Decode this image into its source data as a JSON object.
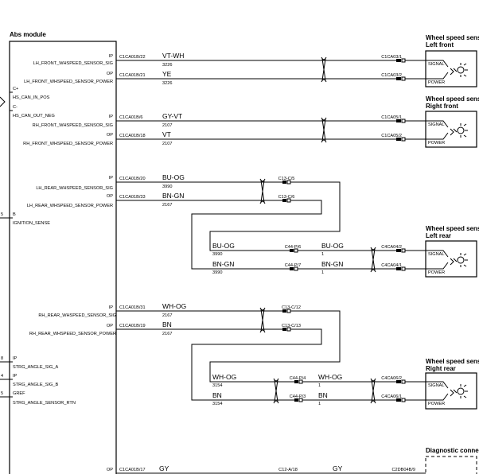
{
  "module": {
    "title": "Abs module",
    "pins_right": [
      {
        "io": "IP",
        "conn": "C1CA01B/22",
        "name": "LH_FRONT_WHSPEED_SENSOR_SIG"
      },
      {
        "io": "OP",
        "conn": "C1CA01B/21",
        "name": "LH_FRONT_WHSPEED_SENSOR_POWER"
      },
      {
        "io": "IP",
        "conn": "C1CA01B/6",
        "name": "RH_FRONT_WHSPEED_SENSOR_SIG"
      },
      {
        "io": "OP",
        "conn": "C1CA01B/18",
        "name": "RH_FRONT_WHSPEED_SENSOR_POWER"
      },
      {
        "io": "IP",
        "conn": "C1CA01B/20",
        "name": "LH_REAR_WHSPEED_SENSOR_SIG"
      },
      {
        "io": "OP",
        "conn": "C1CA01B/33",
        "name": "LH_REAR_WHSPEED_SENSOR_POWER"
      },
      {
        "io": "IP",
        "conn": "C1CA01B/31",
        "name": "RH_REAR_WHSPEED_SENSOR_SIG"
      },
      {
        "io": "OP",
        "conn": "C1CA01B/19",
        "name": "RH_REAR_WHSPEED_SENSOR_POWER"
      },
      {
        "io": "OP",
        "conn": "C1CA01B/17",
        "name": ""
      }
    ],
    "pins_left": [
      {
        "mark": "C+",
        "name": "HS_CAN_IN_POS"
      },
      {
        "mark": "C-",
        "name": "HS_CAN_OUT_NEG"
      },
      {
        "num": "5",
        "mark": "B",
        "name": "IGNITION_SENSE"
      },
      {
        "num": "8",
        "mark": "IP",
        "name": "STRG_ANGLE_SIG_A"
      },
      {
        "num": "4",
        "mark": "IP",
        "name": "STRG_ANGLE_SIG_B"
      },
      {
        "num": "5",
        "mark": "GREF",
        "name": "STRG_ANGLE_SENSOR_RTN"
      }
    ]
  },
  "wires": {
    "lf_sig": {
      "color": "VT-WH",
      "num": "3226"
    },
    "lf_pwr": {
      "color": "YE",
      "num": "3226"
    },
    "rf_sig": {
      "color": "GY-VT",
      "num": "2107"
    },
    "rf_pwr": {
      "color": "VT",
      "num": "2107"
    },
    "lr_sig": {
      "color": "BU-OG",
      "num": "3990"
    },
    "lr_pwr": {
      "color": "BN-GN",
      "num": "2167"
    },
    "lr_sig_b": {
      "color": "BU-OG",
      "num": "3990"
    },
    "lr_pwr_b": {
      "color": "BN-GN",
      "num": "3990"
    },
    "lr_sig_c": {
      "color": "BU-OG",
      "num": "1"
    },
    "lr_pwr_c": {
      "color": "BN-GN",
      "num": "1"
    },
    "rr_sig": {
      "color": "WH-OG",
      "num": "2167"
    },
    "rr_pwr": {
      "color": "BN",
      "num": "2167"
    },
    "rr_sig_b": {
      "color": "WH-OG",
      "num": "3154"
    },
    "rr_pwr_b": {
      "color": "BN",
      "num": "3154"
    },
    "rr_sig_c": {
      "color": "WH-OG",
      "num": "1"
    },
    "rr_pwr_c": {
      "color": "BN",
      "num": "1"
    },
    "diag": {
      "color": "GY",
      "color2": "GY"
    }
  },
  "connectors": {
    "c13_5": "C13-C/5",
    "c13_6": "C13-C/6",
    "c44_p6": "C44-P/6",
    "c44_p7": "C44-P/7",
    "c13_12": "C13-C/12",
    "c13_13": "C13-C/13",
    "c44_p4": "C44-P/4",
    "c44_p3": "C44-P/3",
    "c12_a18": "C12-A/18",
    "lf_1": "C1CA03/1",
    "lf_2": "C1CA03/2",
    "rf_1": "C1CA05/1",
    "rf_2": "C1CA05/2",
    "lr_2": "C4CA04/2",
    "lr_1": "C4CA04/1",
    "rr_2": "C4CA06/2",
    "rr_1": "C4CA06/1",
    "diag": "C2DB04B/9"
  },
  "sensors": [
    {
      "title1": "Wheel speed sens",
      "title2": "Left front",
      "sig": "SIGNAL",
      "pwr": "POWER"
    },
    {
      "title1": "Wheel speed sens",
      "title2": "Right front",
      "sig": "SIGNAL",
      "pwr": "POWER"
    },
    {
      "title1": "Wheel speed sens",
      "title2": "Left rear",
      "sig": "SIGNAL",
      "pwr": "POWER"
    },
    {
      "title1": "Wheel speed sens",
      "title2": "Right rear",
      "sig": "SIGNAL",
      "pwr": "POWER"
    }
  ],
  "diagnostic": {
    "title": "Diagnostic conne"
  }
}
